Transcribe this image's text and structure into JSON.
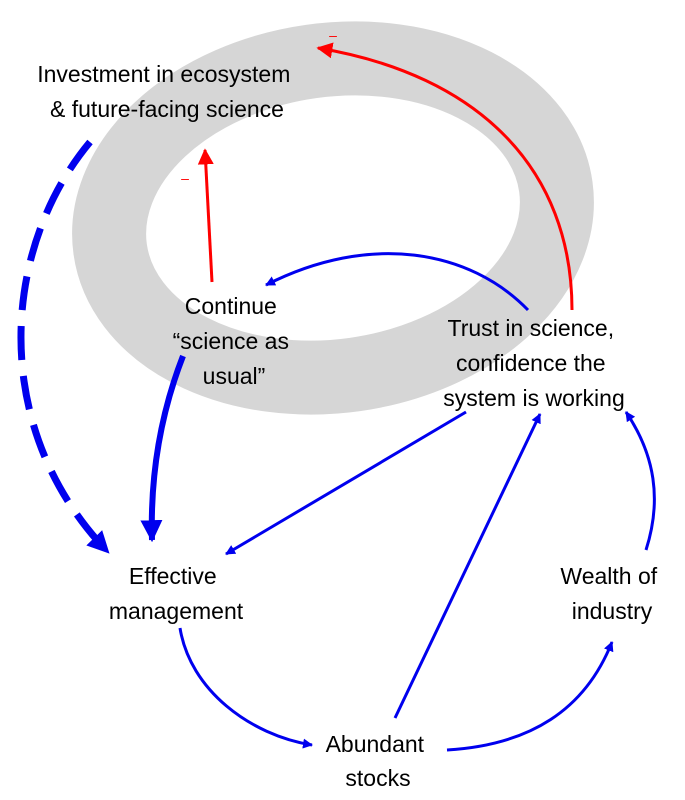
{
  "colors": {
    "reinforcing": "#0000ee",
    "balancing": "#ff0000",
    "loop_band": "#d6d6d6",
    "text": "#000000"
  },
  "nodes": {
    "investment": [
      "Investment in ecosystem",
      "& future-facing science"
    ],
    "continue": [
      "Continue",
      "“science as",
      "usual”"
    ],
    "trust": [
      "Trust in science,",
      "confidence the",
      "system is working"
    ],
    "effective": [
      "Effective",
      "management"
    ],
    "wealth": [
      "Wealth of",
      "industry"
    ],
    "abundant": [
      "Abundant",
      "stocks"
    ]
  },
  "edges": [
    {
      "from": "investment",
      "to": "effective",
      "polarity": "positive",
      "style": "dashed"
    },
    {
      "from": "continue",
      "to": "effective",
      "polarity": "positive",
      "style": "thick"
    },
    {
      "from": "trust",
      "to": "continue",
      "polarity": "positive",
      "style": "normal"
    },
    {
      "from": "trust",
      "to": "effective",
      "polarity": "positive",
      "style": "normal"
    },
    {
      "from": "effective",
      "to": "abundant",
      "polarity": "positive",
      "style": "normal"
    },
    {
      "from": "abundant",
      "to": "trust",
      "polarity": "positive",
      "style": "normal"
    },
    {
      "from": "abundant",
      "to": "wealth",
      "polarity": "positive",
      "style": "normal"
    },
    {
      "from": "wealth",
      "to": "trust",
      "polarity": "positive",
      "style": "normal"
    },
    {
      "from": "trust",
      "to": "investment",
      "polarity": "negative",
      "style": "normal",
      "sign": "–"
    },
    {
      "from": "continue",
      "to": "investment",
      "polarity": "negative",
      "style": "normal",
      "sign": "–"
    }
  ]
}
